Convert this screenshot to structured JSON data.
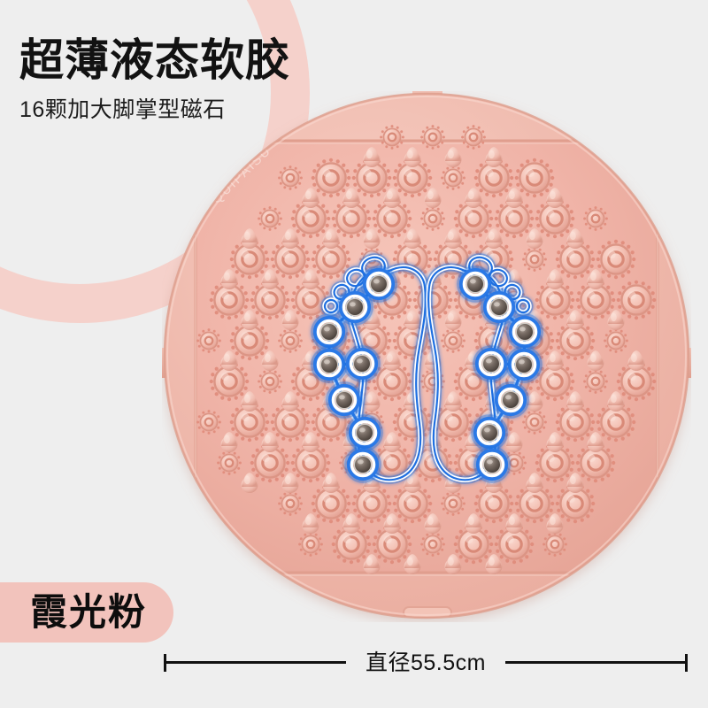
{
  "headline": {
    "title": "超薄液态软胶",
    "subtitle": "16颗加大脚掌型磁石"
  },
  "color_label": {
    "name": "霞光粉"
  },
  "dimension": {
    "label": "直径55.5cm",
    "value": 55.5,
    "unit": "cm"
  },
  "product": {
    "type": "acupressure-foot-massage-mat",
    "brand_emboss": "QUIPAISU",
    "shape": "round",
    "magnet_count": 16,
    "magnets_per_foot": 8,
    "feet": [
      "left-foot",
      "right-foot"
    ],
    "edge_tabs": [
      "top",
      "left",
      "right",
      "bottom-slot"
    ]
  },
  "colors": {
    "background": "#eeeeee",
    "mat_base": "#f0b4a8",
    "mat_rim": "#eeb3a7",
    "nub_ring": "#e08c7c",
    "nub_highlight": "#f6cfc6",
    "accent_pink": "#f2c3bc",
    "ring_decor": "#f4cfc8",
    "magnet_body": "#6b5f58",
    "magnet_glow": "#1a6fe0",
    "footprint_outline": "#1f6fe0",
    "text_dark": "#111111"
  }
}
